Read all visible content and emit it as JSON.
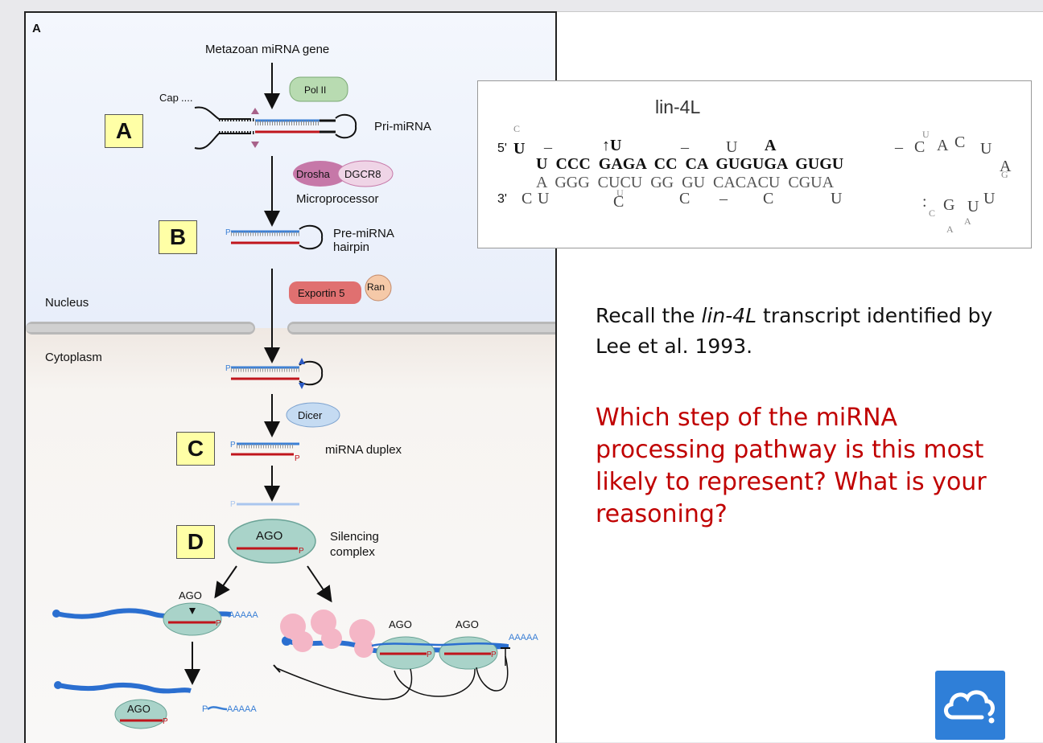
{
  "figure": {
    "panel_label": "A",
    "gene_label": "Metazoan miRNA gene",
    "pol2": "Pol II",
    "cap": "Cap",
    "pri_mirna": "Pri-miRNA",
    "drosha": "Drosha",
    "dgcr8": "DGCR8",
    "microprocessor": "Microprocessor",
    "pre_mirna_line1": "Pre-miRNA",
    "pre_mirna_line2": "hairpin",
    "exportin": "Exportin 5",
    "ran": "Ran",
    "nucleus": "Nucleus",
    "cytoplasm": "Cytoplasm",
    "dicer": "Dicer",
    "duplex": "miRNA duplex",
    "ago": "AGO",
    "silencing_line1": "Silencing",
    "silencing_line2": "complex",
    "polya": "AAAAA",
    "phosphate": "P",
    "step_labels": [
      "A",
      "B",
      "C",
      "D"
    ]
  },
  "lin4": {
    "title": "lin-4L",
    "five_prime": "5'",
    "three_prime": "3'",
    "top_row": "U  CCC  GAGA  CC  CA  GUGUGA  GUGU",
    "bottom_row": "A  GGG  CUCU  GG  GU  CACACU  CGUA"
  },
  "recall": {
    "prefix": "Recall the ",
    "term": "lin-4L",
    "suffix": " transcript identified by Lee et al. 1993."
  },
  "question": "Which step of the miRNA processing pathway is this most likely to represent? What is your reasoning?",
  "logo": "cloud-icon",
  "colors": {
    "question": "#c00000",
    "step_box": "#ffffa6",
    "mirna_red": "#c0151c",
    "mirna_blue": "#3a7fd5",
    "ago_green": "#a9d3c9",
    "drosha": "#c678a8",
    "exportin": "#e07070"
  }
}
